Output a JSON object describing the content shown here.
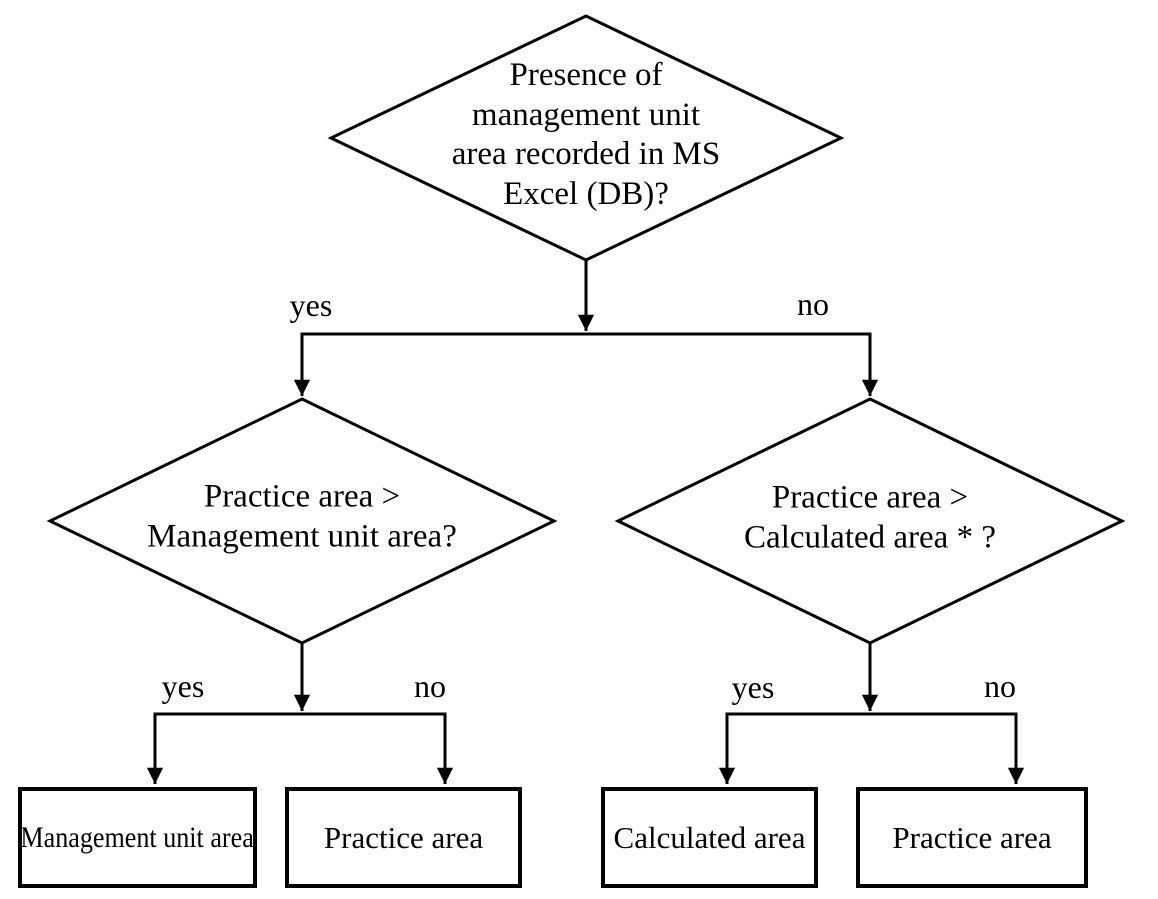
{
  "nodes": {
    "root": {
      "question": "Presence of\nmanagement unit\narea recorded in MS\nExcel (DB)?"
    },
    "left_decision": {
      "question": "Practice area >\nManagement unit area?"
    },
    "right_decision": {
      "question": "Practice area >\nCalculated area * ?"
    },
    "outcome_management_unit_area": {
      "label": "Management unit area"
    },
    "outcome_practice_area_left": {
      "label": "Practice area"
    },
    "outcome_calculated_area": {
      "label": "Calculated area"
    },
    "outcome_practice_area_right": {
      "label": "Practice area"
    }
  },
  "branches": {
    "root_yes": "yes",
    "root_no": "no",
    "left_yes": "yes",
    "left_no": "no",
    "right_yes": "yes",
    "right_no": "no"
  },
  "colors": {
    "line": "#000000",
    "background": "#ffffff",
    "text": "#000000"
  }
}
